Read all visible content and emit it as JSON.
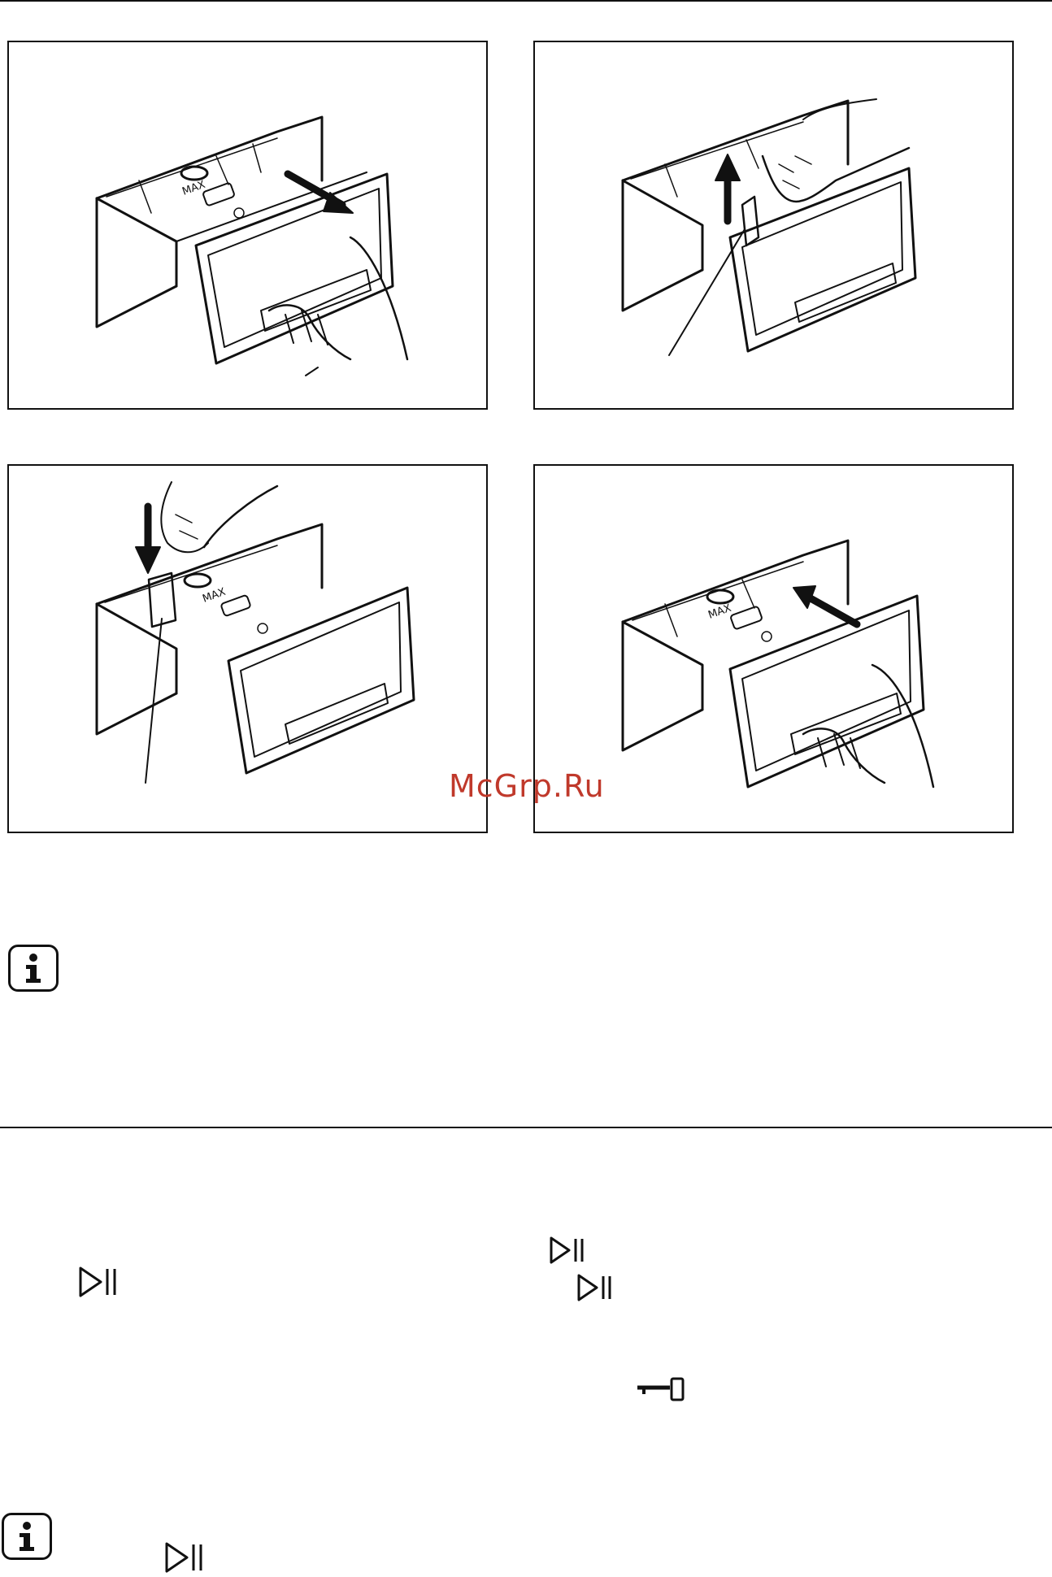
{
  "page": {
    "watermark": "McGrp.Ru"
  },
  "figures": [
    {
      "id": "fig-1",
      "action": "pull-out-drawer",
      "arrow": "diagonal-down-right"
    },
    {
      "id": "fig-2",
      "action": "lift-flap",
      "arrow": "up"
    },
    {
      "id": "fig-3",
      "action": "push-flap-down",
      "arrow": "down"
    },
    {
      "id": "fig-4",
      "action": "push-in-drawer",
      "arrow": "diagonal-up-left"
    }
  ],
  "dispenser_labels": {
    "max": "MAX"
  },
  "icons": {
    "info": "info-icon",
    "start_pause": "start-pause-icon",
    "key": "child-lock-key-icon"
  }
}
